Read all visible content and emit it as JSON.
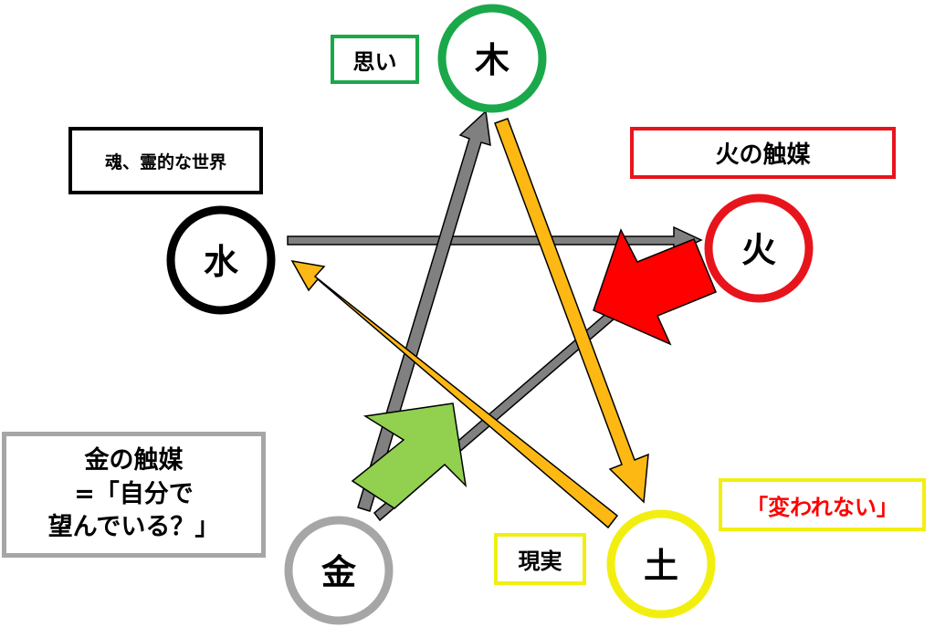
{
  "nodes": {
    "wood": {
      "label": "木",
      "color": "#1aa84a"
    },
    "fire": {
      "label": "火",
      "color": "#e8141c"
    },
    "earth": {
      "label": "土",
      "color": "#f2ef10"
    },
    "metal": {
      "label": "金",
      "color": "#a6a6a6"
    },
    "water": {
      "label": "水",
      "color": "#000000"
    }
  },
  "notes": {
    "wood_note": "思い",
    "water_note": "魂、霊的な世界",
    "fire_note": "火の触媒",
    "metal_note_line1": "金の触媒",
    "metal_note_line2": "=「自分で",
    "metal_note_line3": "望んでいる？」",
    "earth_note": "現実",
    "earth_quote": "「変われない」"
  },
  "colors": {
    "generating_arrow": "#fdb813",
    "controlling_arrow": "#808080",
    "fire_catalyst": "#ff0000",
    "metal_catalyst": "#92d050",
    "earth_quote_text": "#ff0000"
  }
}
